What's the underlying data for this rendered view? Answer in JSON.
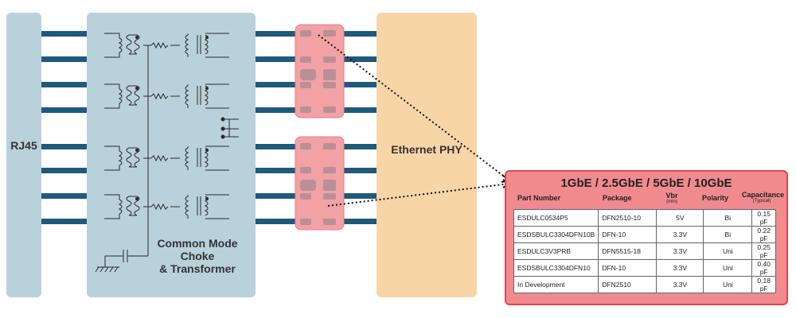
{
  "blocks": {
    "rj45": "RJ45",
    "phy": "Ethernet PHY",
    "choke_line1": "Common Mode",
    "choke_line2": "Choke",
    "choke_line3": "& Transformer"
  },
  "colors": {
    "block_blue": "#b9d1da",
    "phy_orange": "#f7d5a7",
    "trace": "#1f5a7c",
    "tvs_pink": "#f2a1a4",
    "panel": "#f08a8e"
  },
  "table": {
    "title": "1GbE / 2.5GbE / 5GbE / 10GbE",
    "headers": {
      "part": "Part Number",
      "package": "Package",
      "vbr": "Vbr",
      "vbr_sub": "(min)",
      "polarity": "Polarity",
      "cap": "Capacitance",
      "cap_sub": "(Typical)"
    },
    "rows": [
      [
        "ESDULC0534P5",
        "DFN2510-10",
        "5V",
        "Bi",
        "0.15 pF"
      ],
      [
        "ESDSBULC3304DFN10B",
        "DFN-10",
        "3.3V",
        "Bi",
        "0.22 pF"
      ],
      [
        "ESDULC3V3PRB",
        "DFN5515-18",
        "3.3V",
        "Uni",
        "0.25 pF"
      ],
      [
        "ESDSBULC3304DFN10",
        "DFN-10",
        "3.3V",
        "Uni",
        "0.40 pF"
      ],
      [
        "In Development",
        "DFN2510",
        "3.3V",
        "Uni",
        "0.18 pF"
      ]
    ]
  }
}
